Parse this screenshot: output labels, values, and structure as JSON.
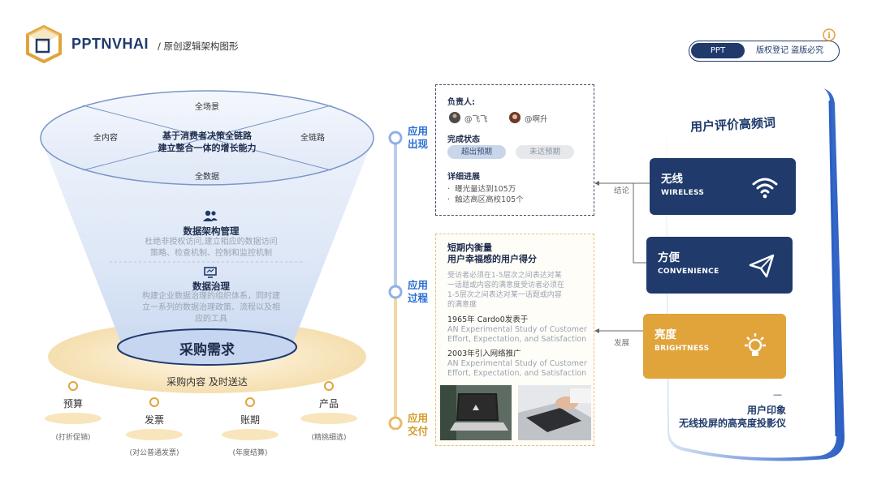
{
  "header": {
    "brand": "PPTNVHAI",
    "subtitle": "/ 原创逻辑架构图形",
    "pill_left": "PPT",
    "pill_right": "版权登记 盗版必究",
    "info_icon": "info-icon",
    "logo_icon": "cube-logo-icon"
  },
  "funnel": {
    "top_labels": {
      "top": "全场景",
      "left": "全内容",
      "right": "全链路",
      "bottom": "全数据"
    },
    "center_line1": "基于消费者决策全链路",
    "center_line2": "建立整合一体的增长能力",
    "section1": {
      "title": "数据架构管理",
      "desc1": "杜绝非授权访问,建立相应的数据访问",
      "desc2": "策略、检查机制、控制和监控机制",
      "icon": "users-icon"
    },
    "section2": {
      "title": "数据治理",
      "desc1": "构建企业数据治理的组织体系，同时建",
      "desc2": "立一系列的数据治理政策、流程以及相",
      "desc3": "应的工具",
      "icon": "monitor-icon"
    },
    "base_title": "采购需求",
    "base_sub": "采购内容 及时送达",
    "items": [
      {
        "label": "预算",
        "note": "(打折促销)"
      },
      {
        "label": "发票",
        "note": "(对公普通发票)"
      },
      {
        "label": "账期",
        "note": "(年度结算)"
      },
      {
        "label": "产品",
        "note": "(精挑细选)"
      }
    ]
  },
  "timeline": {
    "stages": [
      {
        "line1": "应用",
        "line2": "出现"
      },
      {
        "line1": "应用",
        "line2": "过程"
      },
      {
        "line1": "应用",
        "line2": "交付"
      }
    ]
  },
  "box1": {
    "owner_label": "负责人:",
    "owner1": "@飞飞",
    "owner2": "@啊升",
    "status_label": "完成状态",
    "tag1": "超出预期",
    "tag2": "未达预期",
    "progress_label": "详细进展",
    "bullet1": "曝光量达到105万",
    "bullet2": "触达高区高校105个"
  },
  "box2": {
    "title1": "短期内衡量",
    "title2": "用户幸福感的用户得分",
    "p1": "受访者必须在1-5层次之间表达对某",
    "p2": "一话题或内容的满意度受访者必须在",
    "p3": "1-5层次之间表达对某一话题或内容",
    "p4": "的满意度",
    "e1_title": "1965年 Cardo0发表于",
    "e1_l1": "AN Experimental Study of Customer",
    "e1_l2": "Effort, Expectation, and Satisfaction",
    "e2_title": "2003年引入网络推广",
    "e2_l1": "AN Experimental Study of Customer",
    "e2_l2": "Effort, Expectation, and Satisfaction"
  },
  "connectors": {
    "label1": "结论",
    "label2": "发展"
  },
  "phone": {
    "title": "用户评价高频词",
    "cards": [
      {
        "cn": "无线",
        "en": "WIRELESS",
        "icon": "wifi-icon",
        "color": "#1f3a6b"
      },
      {
        "cn": "方便",
        "en": "CONVENIENCE",
        "icon": "paper-plane-icon",
        "color": "#1f3a6b"
      },
      {
        "cn": "亮度",
        "en": "BRIGHTNESS",
        "icon": "bulb-icon",
        "color": "#e0a43a"
      }
    ],
    "footer_dash": "—",
    "footer1": "用户印象",
    "footer2": "无线投屏的高亮度投影仪"
  }
}
